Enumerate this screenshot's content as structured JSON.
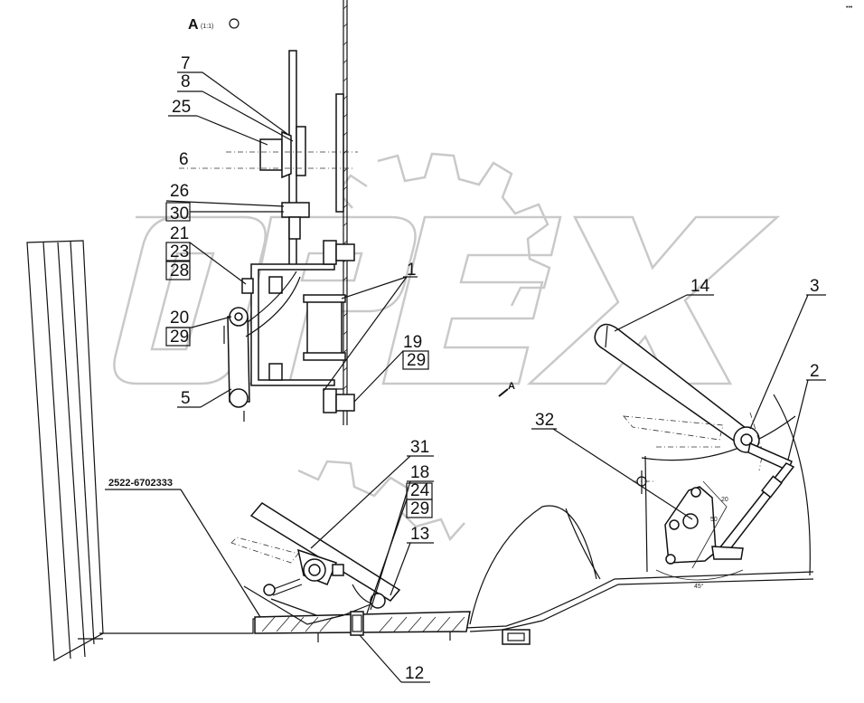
{
  "view_label": "A",
  "view_scale": "(1:1)",
  "section_mark": "A",
  "watermark": "OPEX",
  "drawing_number": "2522-6702333",
  "angle_label": "45°",
  "dim_label_1": "20",
  "dim_label_2": "50",
  "corner_code": "•••",
  "callouts": {
    "c7": "7",
    "c8": "8",
    "c25": "25",
    "c6": "6",
    "c26": "26",
    "c30": "30",
    "c21": "21",
    "c23": "23",
    "c28": "28",
    "c20": "20",
    "c29a": "29",
    "c5": "5",
    "c1": "1",
    "c19": "19",
    "c29b": "29",
    "c14": "14",
    "c3": "3",
    "c2": "2",
    "c32": "32",
    "c31": "31",
    "c18": "18",
    "c24": "24",
    "c29c": "29",
    "c13": "13",
    "c12": "12"
  }
}
